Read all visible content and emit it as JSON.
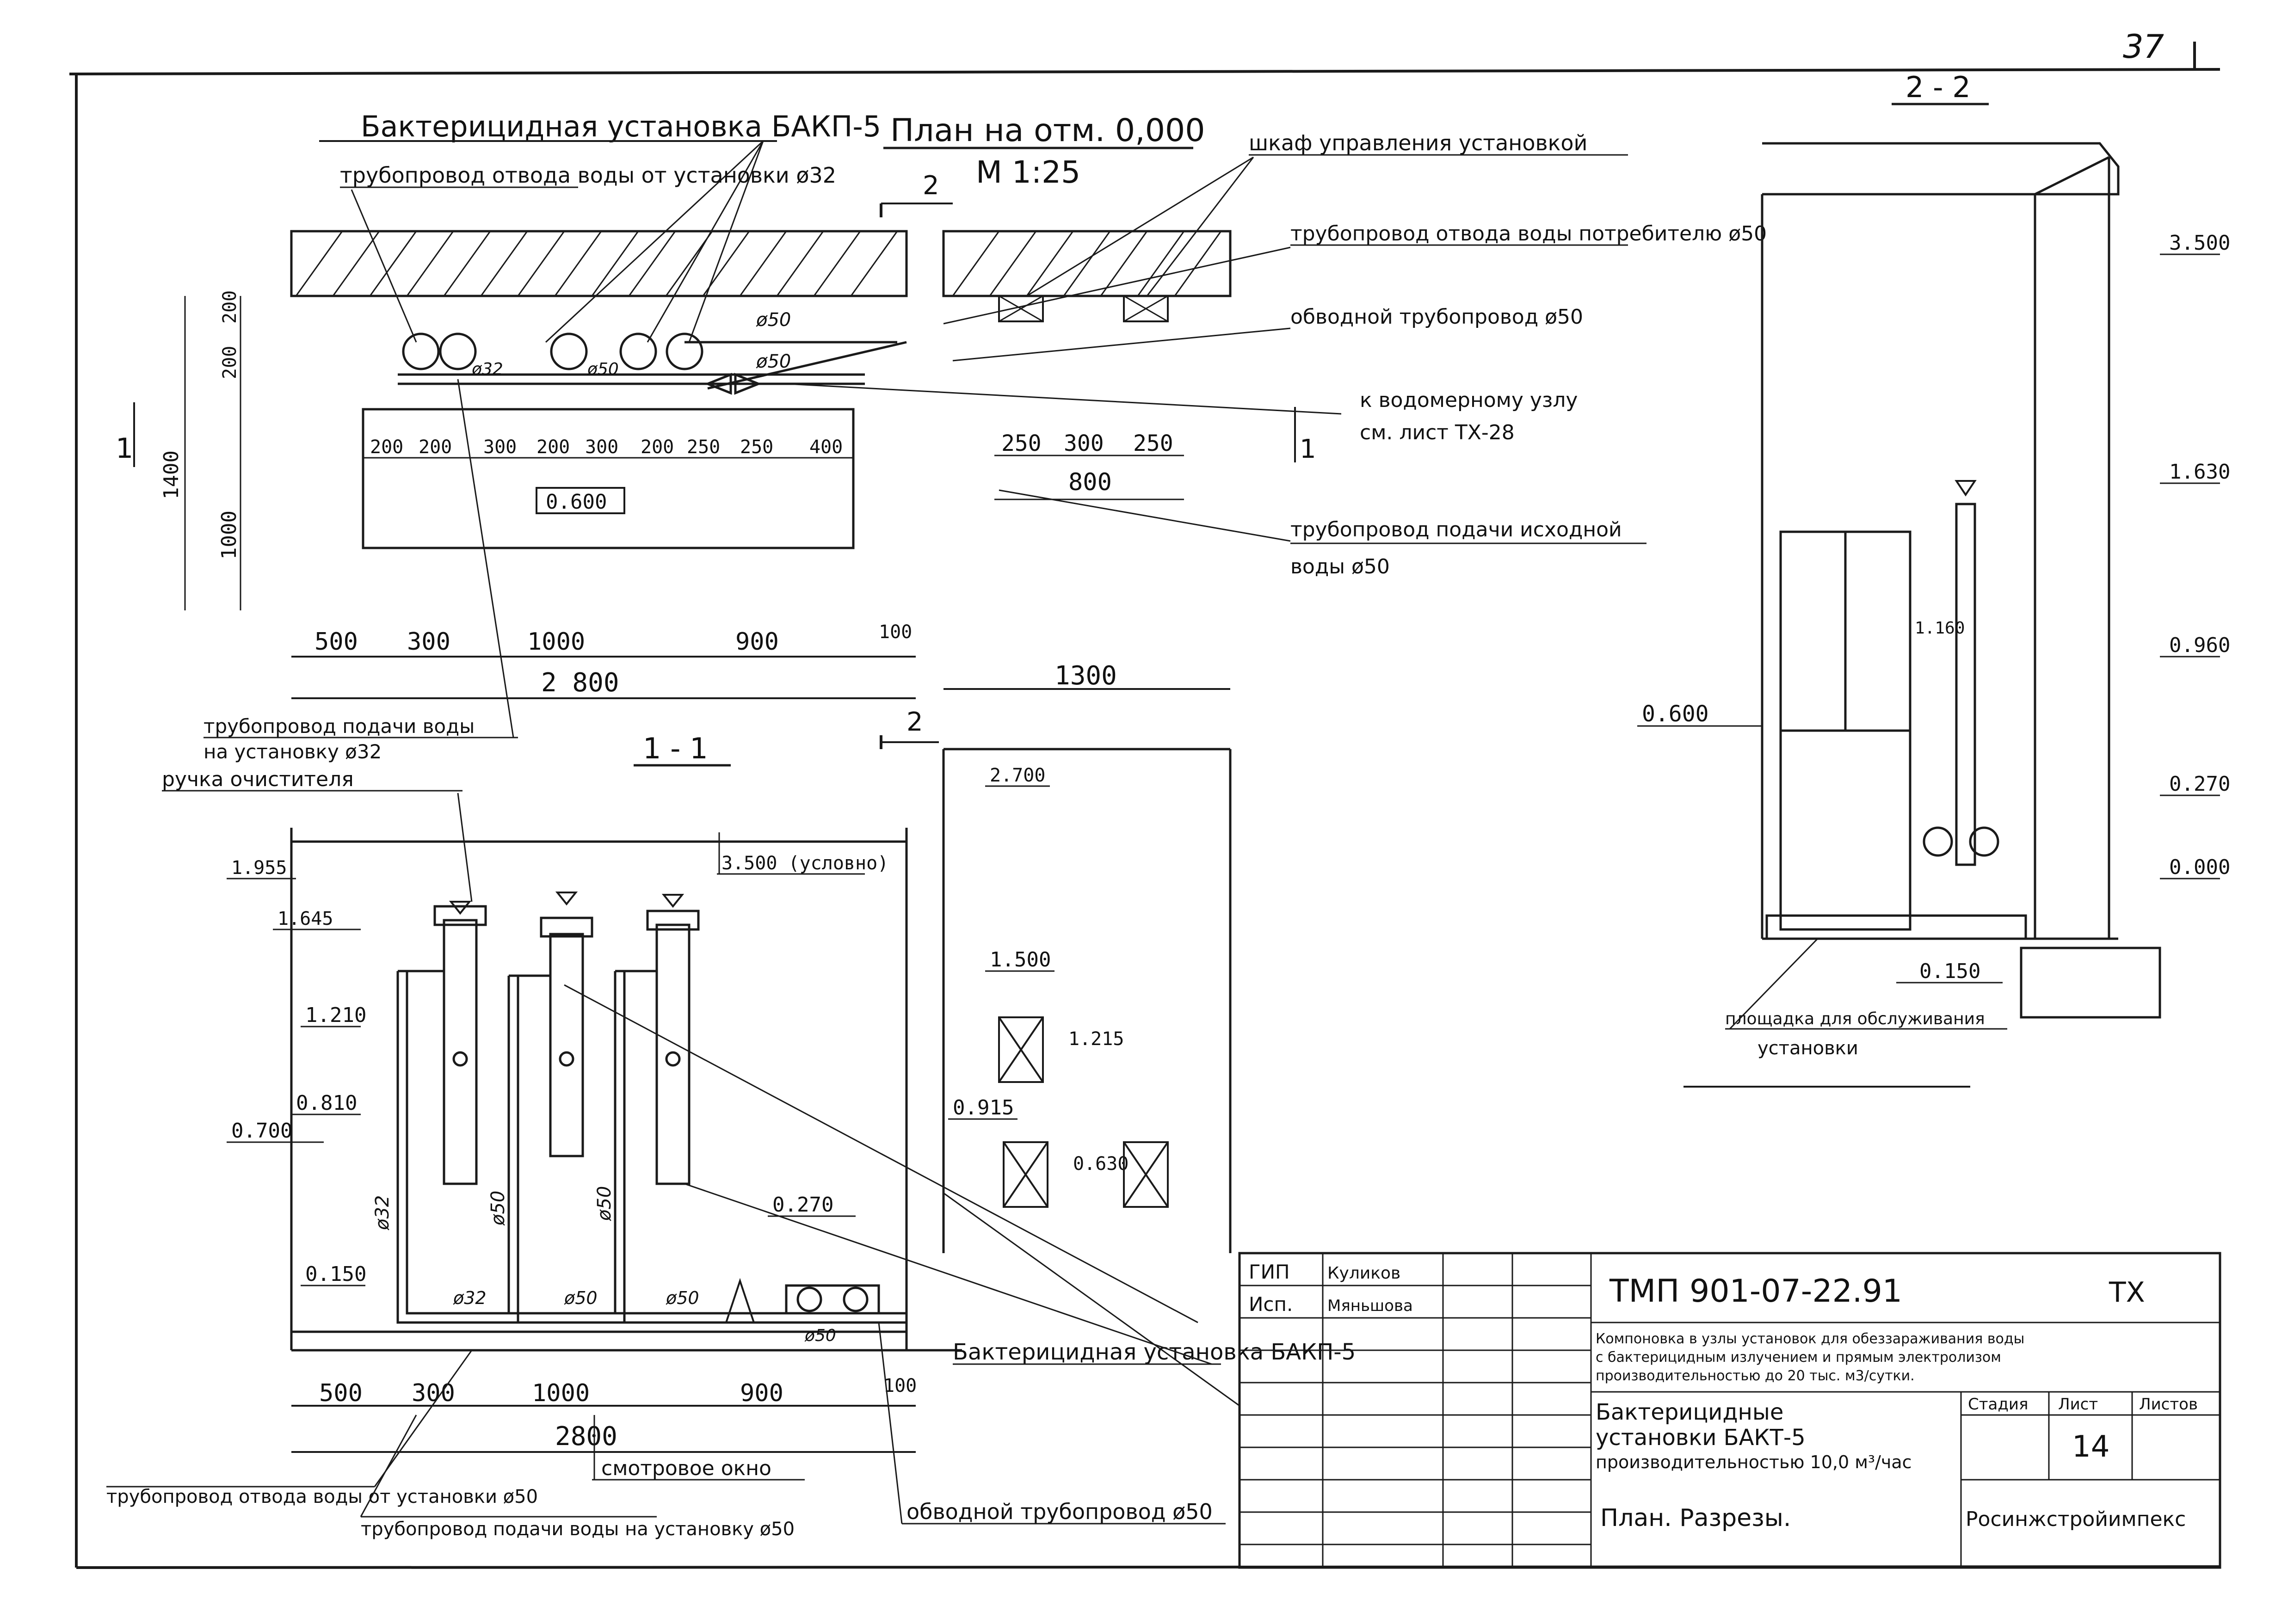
{
  "page_number": "37",
  "plan": {
    "title": "План на отм. 0,000",
    "scale": "М 1:25",
    "callout_unit": "Бактерицидная установка БАКП-5",
    "callout_drain_pipe": "трубопровод отвода воды от установки ø32",
    "callout_cabinet": "шкаф управления установкой",
    "callout_consumer_pipe": "трубопровод отвода воды потребителю ø50",
    "callout_bypass": "обводной трубопровод ø50",
    "callout_meter_1": "к водомерному узлу",
    "callout_meter_2": "см. лист ТХ-28",
    "callout_supply_1": "трубопровод подачи исходной",
    "callout_supply_2": "воды ø50",
    "callout_supply_unit_1": "трубопровод подачи воды",
    "callout_supply_unit_2": "на установку ø32",
    "platform_label": "0.600",
    "section_mark_2": "2",
    "section_mark_1": "1",
    "dims_top": [
      "200",
      "200",
      "300",
      "200",
      "300",
      "200",
      "250",
      "250",
      "400"
    ],
    "dims_left": [
      "200",
      "200",
      "1000",
      "1400"
    ],
    "dims_bottom": [
      "500",
      "300",
      "1000",
      "900",
      "100"
    ],
    "dim_total": "2 800",
    "dims_right": [
      "250",
      "300",
      "250"
    ],
    "dim_right_total": "800",
    "dim_1300": "1300",
    "pipe_labels": [
      "ø50",
      "ø50",
      "ø32",
      "ø50"
    ]
  },
  "section_1_1": {
    "title": "1 - 1",
    "callout_handle": "ручка очистителя",
    "level_top": "3.500 (условно)",
    "levels_left": [
      "1.955",
      "1.645",
      "1.210",
      "0.810",
      "0.700",
      "0.150"
    ],
    "levels_right": [
      "2.700",
      "1.500",
      "1.215",
      "0.915",
      "0.630",
      "0.270"
    ],
    "pipe_labels": [
      "ø32",
      "ø50",
      "ø50",
      "ø32",
      "ø50",
      "ø50",
      "ø50"
    ],
    "dims_bottom": [
      "500",
      "300",
      "1000",
      "900",
      "100"
    ],
    "dim_total": "2800",
    "callout_unit": "Бактерицидная установка БАКП-5",
    "callout_drain": "трубопровод отвода воды от установки ø50",
    "callout_supply": "трубопровод подачи воды на установку ø50",
    "callout_window": "смотровое окно",
    "callout_bypass": "обводной трубопровод ø50"
  },
  "section_2_2": {
    "title": "2 - 2",
    "levels_right": [
      "3.500",
      "1.630",
      "0.960",
      "0.270",
      "0.000"
    ],
    "level_left": "0.600",
    "level_small": "1.160",
    "dim_bottom": "0.150",
    "callout_platform_1": "площадка для обслуживания",
    "callout_platform_2": "установки"
  },
  "title_block": {
    "roles": [
      "ГИП",
      "Исп."
    ],
    "names": [
      "Куликов",
      "Мяньшова"
    ],
    "code": "ТМП 901-07-22.91",
    "mark": "ТХ",
    "description": [
      "Компоновка в узлы установок для обеззараживания воды",
      "с бактерицидным излучением и прямым электролизом",
      "производительностью до 20 тыс. м3/сутки."
    ],
    "object": [
      "Бактерицидные",
      "установки БАКТ-5",
      "производительностью 10,0 м³/час"
    ],
    "sheet_title": "План. Разрезы.",
    "col_stage": "Стадия",
    "col_sheet": "Лист",
    "col_sheets": "Листов",
    "sheet_no": "14",
    "org": "Росинжстройимпекс"
  }
}
